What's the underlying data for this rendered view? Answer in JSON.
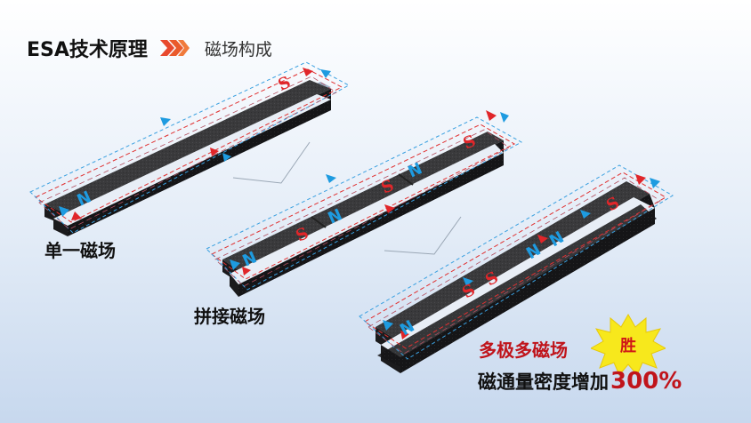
{
  "header": {
    "title": "ESA技术原理",
    "subtitle": "磁场构成"
  },
  "labels": {
    "single": "单一磁场",
    "spliced": "拼接磁场",
    "multi": "多极多磁场",
    "flux_text": "磁通量密度增加",
    "flux_percent": "300%"
  },
  "badge": {
    "text": "胜"
  },
  "poles": {
    "north": "N",
    "south": "S"
  },
  "colors": {
    "accent_red": "#c0141b",
    "magnet_top": "#3b3b3d",
    "pole_blue": "#1e9be0",
    "pole_red": "#e0262a",
    "burst_yellow": "#f7e81c"
  }
}
